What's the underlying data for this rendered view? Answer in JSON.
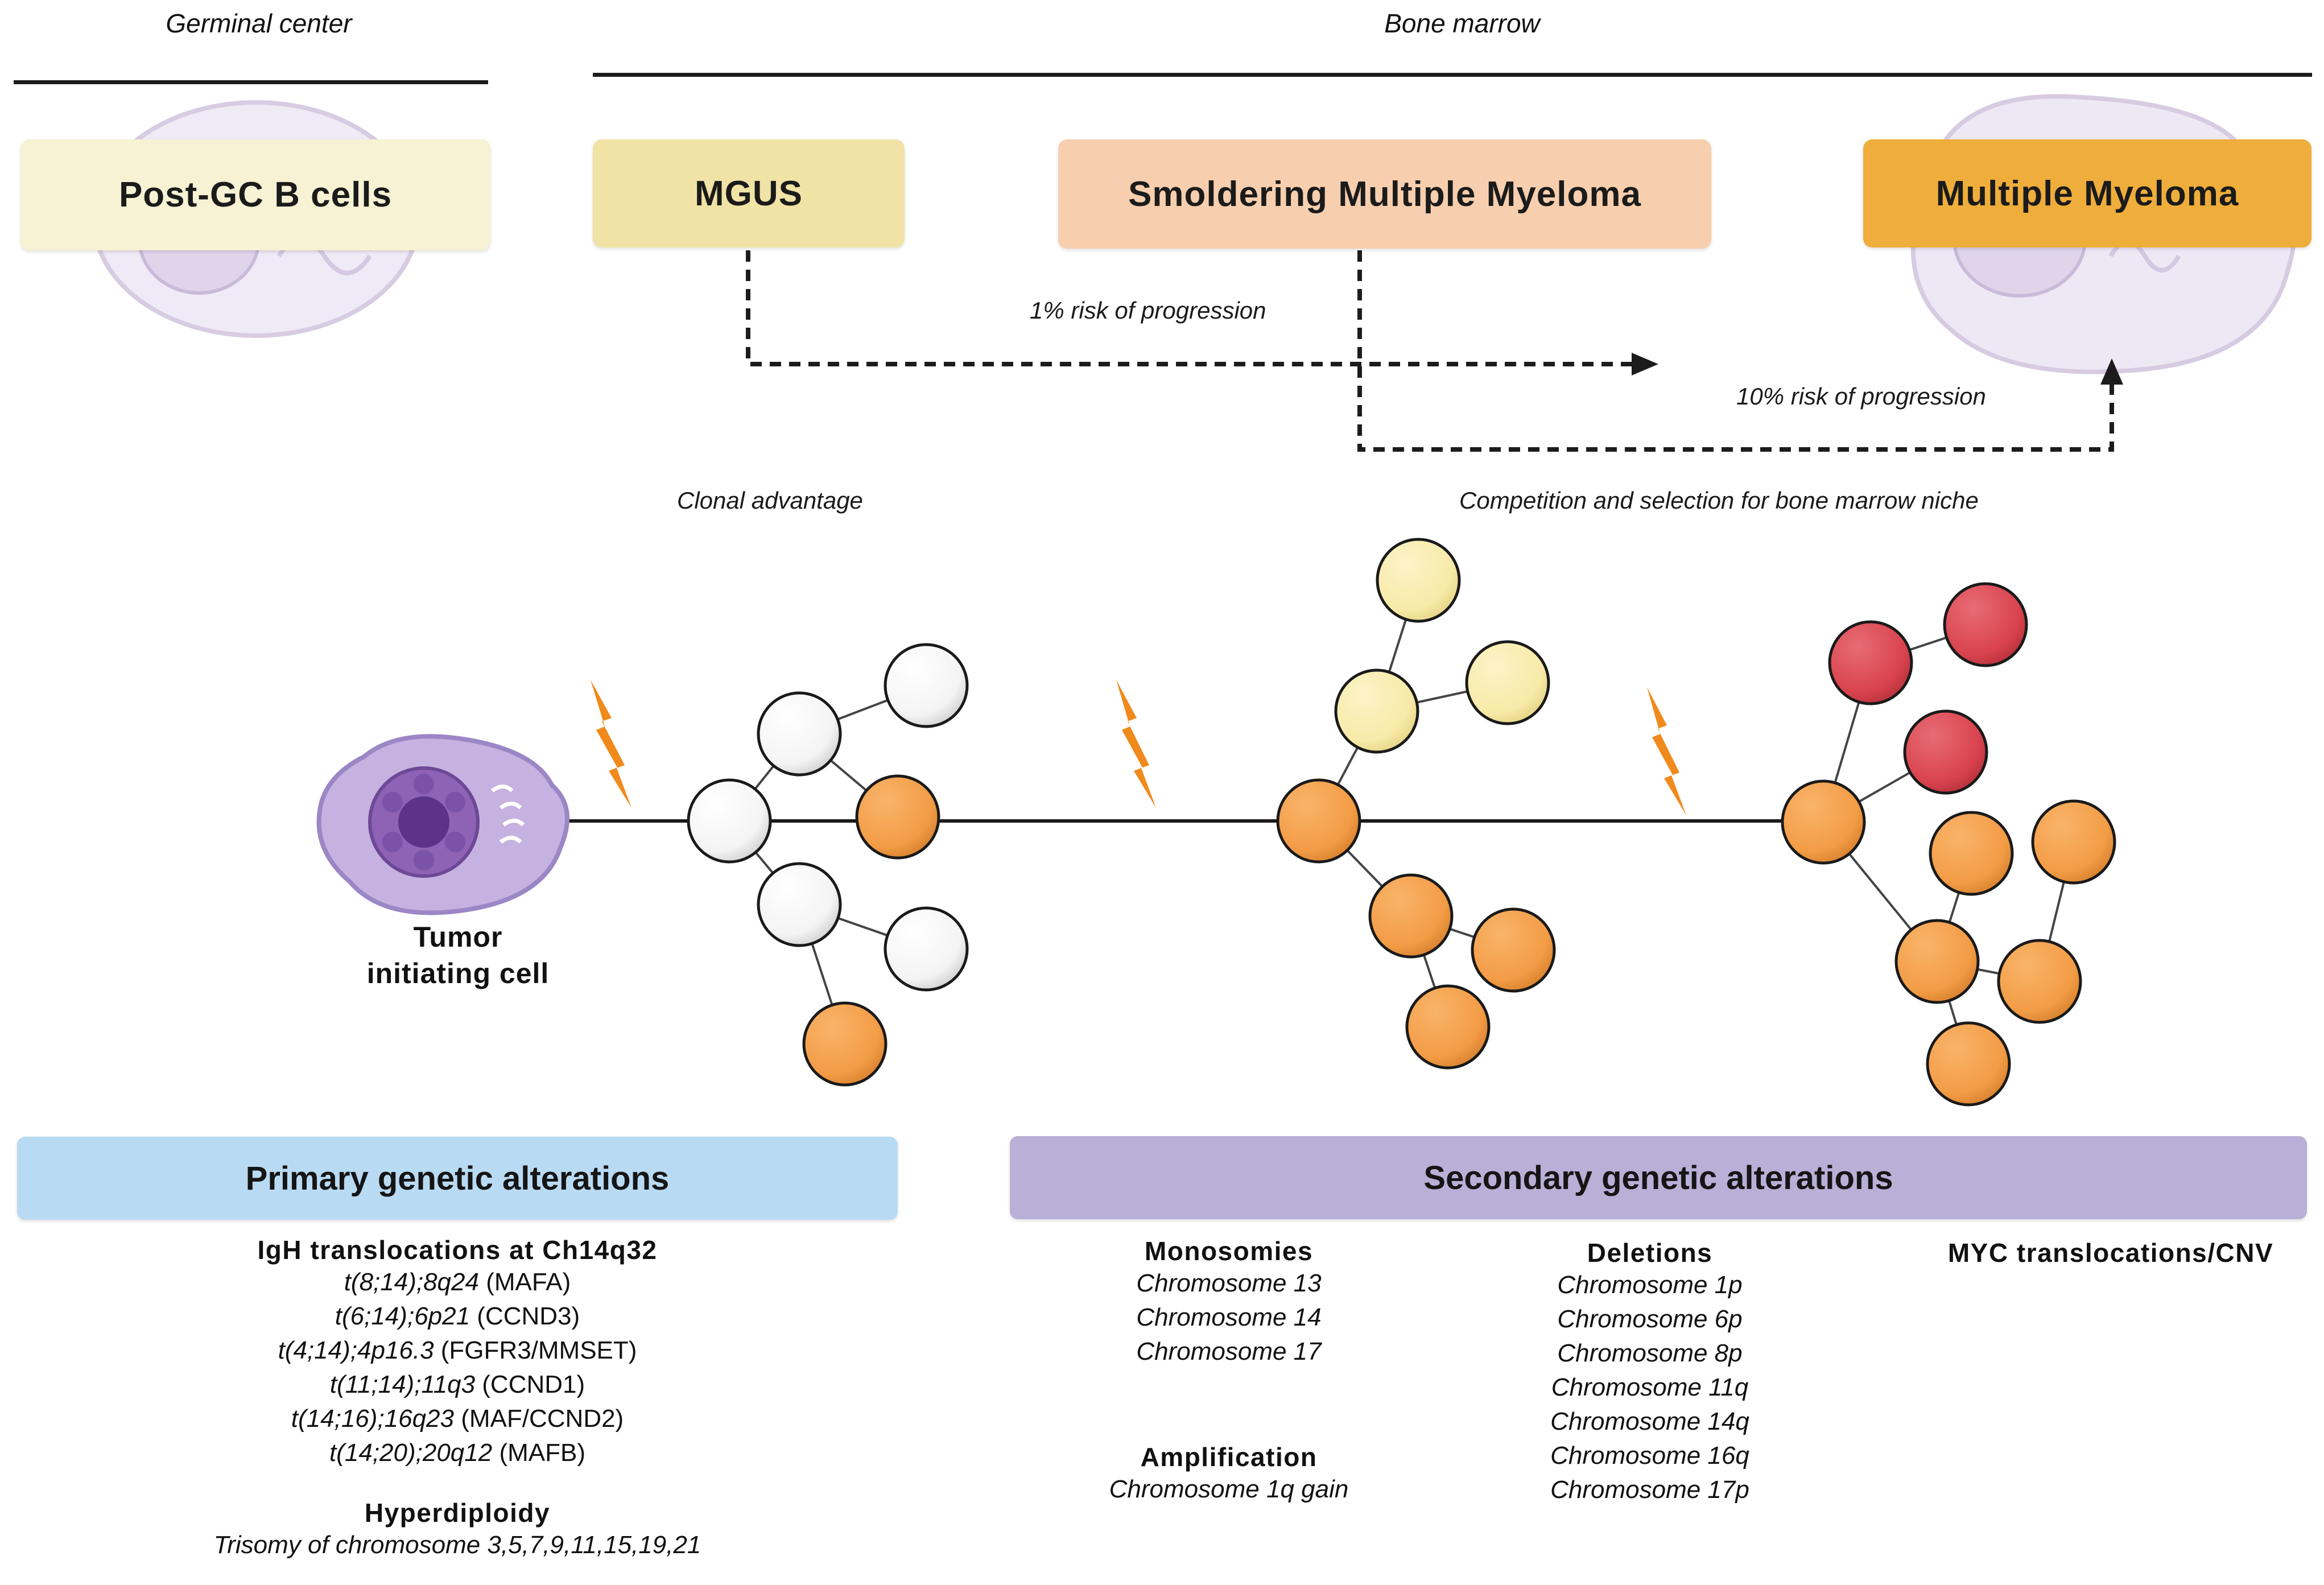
{
  "regions": {
    "germinal_center": "Germinal center",
    "bone_marrow": "Bone marrow"
  },
  "stages": {
    "post_gc": "Post-GC B cells",
    "mgus": "MGUS",
    "smm": "Smoldering Multiple Myeloma",
    "mm": "Multiple Myeloma"
  },
  "progression": {
    "mgus_risk": "1% risk of progression",
    "smm_risk": "10% risk of progression"
  },
  "evolution": {
    "clonal_advantage": "Clonal advantage",
    "competition": "Competition and selection for bone marrow niche",
    "tumor_cell_line1": "Tumor",
    "tumor_cell_line2": "initiating cell"
  },
  "primary": {
    "banner": "Primary genetic alterations",
    "igh_title": "IgH translocations at Ch14q32",
    "translocations": [
      {
        "locus": "t(8;14);8q24 ",
        "gene": "(MAFA)"
      },
      {
        "locus": "t(6;14);6p21 ",
        "gene": "(CCND3)"
      },
      {
        "locus": "t(4;14);4p16.3 ",
        "gene": "(FGFR3/MMSET)"
      },
      {
        "locus": "t(11;14);11q3 ",
        "gene": "(CCND1)"
      },
      {
        "locus": "t(14;16);16q23 ",
        "gene": "(MAF/CCND2)"
      },
      {
        "locus": "t(14;20);20q12 ",
        "gene": "(MAFB)"
      }
    ],
    "hyperdiploidy_title": "Hyperdiploidy",
    "hyperdiploidy_text": "Trisomy of chromosome 3,5,7,9,11,15,19,21"
  },
  "secondary": {
    "banner": "Secondary genetic alterations",
    "monosomies_title": "Monosomies",
    "monosomies": [
      "Chromosome 13",
      "Chromosome 14",
      "Chromosome 17"
    ],
    "amplification_title": "Amplification",
    "amplification": [
      "Chromosome 1q gain"
    ],
    "deletions_title": "Deletions",
    "deletions": [
      "Chromosome 1p",
      "Chromosome 6p",
      "Chromosome 8p",
      "Chromosome 11q",
      "Chromosome 14q",
      "Chromosome 16q",
      "Chromosome 17p"
    ],
    "myc_title": "MYC translocations/CNV"
  },
  "colors": {
    "post_gc_box": "#f7f2d4",
    "mgus_box": "#f1e3a6",
    "smm_box": "#f8cfae",
    "mm_box": "#efad3b",
    "primary_banner": "#b9daf3",
    "secondary_banner": "#b9b0d8",
    "cell_white": "#ffffff",
    "cell_orange": "#f39c46",
    "cell_yellow": "#f8eaa8",
    "cell_red": "#d9434e",
    "lightning": "#f08a1c"
  }
}
